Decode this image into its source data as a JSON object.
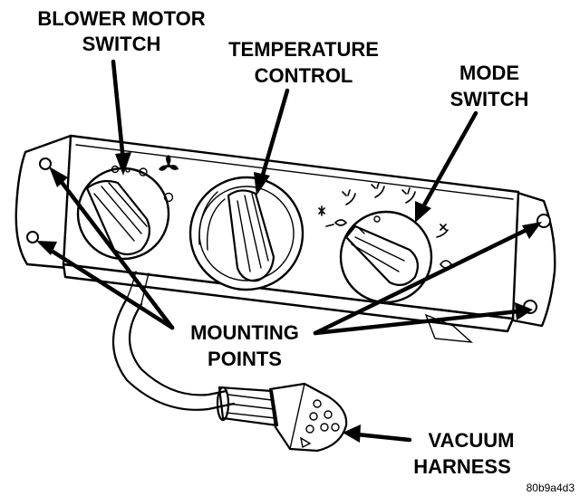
{
  "labels": {
    "blower_line1": "BLOWER MOTOR",
    "blower_line2": "SWITCH",
    "temp_line1": "TEMPERATURE",
    "temp_line2": "CONTROL",
    "mode_line1": "MODE",
    "mode_line2": "SWITCH",
    "mounting_line1": "MOUNTING",
    "mounting_line2": "POINTS",
    "vacuum_line1": "VACUUM",
    "vacuum_line2": "HARNESS",
    "figure_code": "80b9a4d3"
  }
}
